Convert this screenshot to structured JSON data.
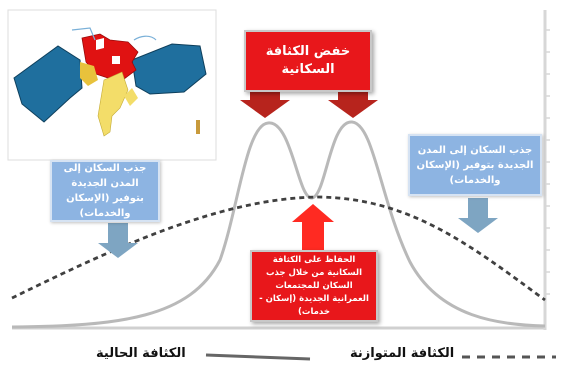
{
  "top_center_box": {
    "text": "خفض الكثافة السكانية"
  },
  "right_box": {
    "text": "جذب السكان إلى المدن الجديدة بتوفير (الإسكان والخدمات)"
  },
  "left_box": {
    "text": "جذب السكان إلى المدن الجديدة بتوفير (الإسكان والخدمات)"
  },
  "bottom_center_box": {
    "text": "الحفاظ على الكثافة السكانية من خلال جذب السكان للمجتمعات العمرانية الجديدة (إسكان - خدمات)"
  },
  "legend": {
    "current_label": "الكثافة الحالية",
    "target_label": "الكثافة المتوازنة"
  },
  "colors": {
    "red": "#e8171b",
    "dark_red_arrow": "#b7241d",
    "bright_red_arrow": "#ff2a22",
    "blue_box": "#8db4e2",
    "blue_arrow": "#7ea5c2",
    "current_curve": "#b9b9b9",
    "target_curve": "#404040"
  }
}
